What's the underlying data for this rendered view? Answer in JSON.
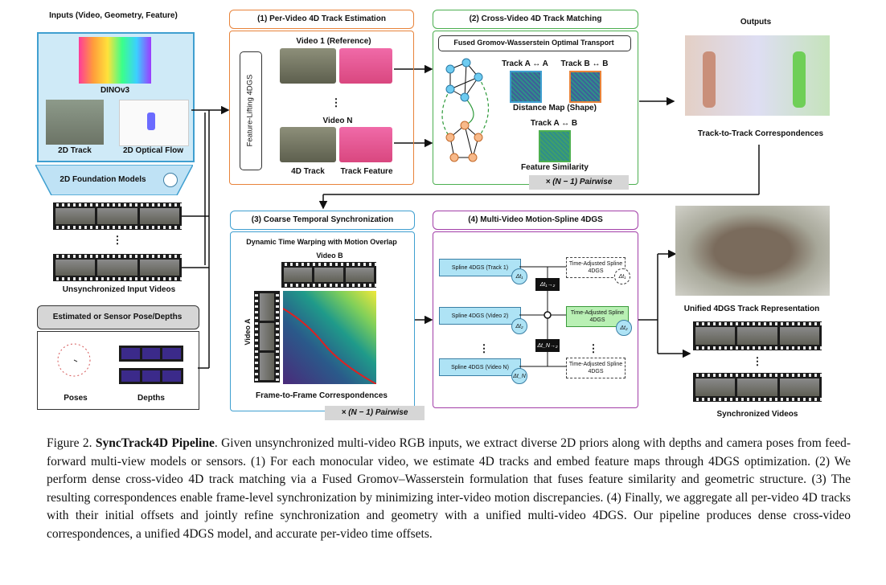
{
  "inputs": {
    "title": "Inputs (Video, Geometry, Feature)",
    "dino_label": "DINOv3",
    "track_label": "2D Track",
    "flow_label": "2D Optical Flow",
    "foundation_label": "2D Foundation Models",
    "unsync_label": "Unsynchronized Input Videos",
    "dots": "⋮",
    "pose_box_label": "Estimated or Sensor Pose/Depths",
    "poses_label": "Poses",
    "depths_label": "Depths"
  },
  "panel1": {
    "title": "(1) Per-Video 4D Track Estimation",
    "video1": "Video 1 (Reference)",
    "dots": "⋮",
    "videoN": "Video N",
    "lifting": "Feature-Lifting 4DGS",
    "track_label": "4D Track",
    "feature_label": "Track Feature"
  },
  "panel2": {
    "title": "(2) Cross-Video 4D Track Matching",
    "fgw": "Fused Gromov-Wasserstein Optimal Transport",
    "trackAA": "Track A ↔ A",
    "trackBB": "Track B ↔ B",
    "distance": "Distance Map (Shape)",
    "trackAB": "Track A ↔ B",
    "similarity": "Feature Similarity",
    "pairwise": "× (N − 1) Pairwise"
  },
  "outputs": {
    "title": "Outputs",
    "corr": "Track-to-Track Correspondences",
    "unified": "Unified 4DGS Track Representation",
    "dots": "⋮",
    "sync": "Synchronized Videos"
  },
  "panel3": {
    "title": "(3) Coarse Temporal Synchronization",
    "dtw": "Dynamic Time Warping with Motion Overlap",
    "videoB": "Video B",
    "videoA": "Video A",
    "f2f": "Frame-to-Frame Correspondences",
    "pairwise": "× (N − 1) Pairwise"
  },
  "panel4": {
    "title": "(4) Multi-Video Motion-Spline 4DGS",
    "spline1": "Spline 4DGS (Track 1)",
    "spline2": "Spline 4DGS (Video 2)",
    "splineN": "Spline 4DGS (Video N)",
    "adj1": "Time-Adjusted Spline 4DGS",
    "adj2": "Time-Adjusted Spline 4DGS",
    "adjN": "Time-Adjusted Spline 4DGS",
    "dt1": "Δt₁",
    "dt2": "Δt₂",
    "dtN": "Δt_N",
    "dt12": "Δt₁→₂",
    "dtN2": "Δt_N→₂",
    "dt1_out": "Δt₁",
    "dt2_out": "Δt₂",
    "dots": "⋮"
  },
  "caption": {
    "fig": "Figure 2.",
    "name": "SyncTrack4D Pipeline",
    "text": ". Given unsynchronized multi-video RGB inputs, we extract diverse 2D priors along with depths and camera poses from feed-forward multi-view models or sensors. (1) For each monocular video, we estimate 4D tracks and embed feature maps through 4DGS optimization. (2) We perform dense cross-video 4D track matching via a Fused Gromov–Wasserstein formulation that fuses feature similarity and geometric structure. (3) The resulting correspondences enable frame-level synchronization by minimizing inter-video motion discrepancies. (4) Finally, we aggregate all per-video 4D tracks with their initial offsets and jointly refine synchronization and geometry with a unified multi-video 4DGS. Our pipeline produces dense cross-video correspondences, a unified 4DGS model, and accurate per-video time offsets."
  },
  "colors": {
    "orange": "#e8833a",
    "green": "#4caf50",
    "blue": "#3f9fd0",
    "purple": "#a23ea8",
    "lightblue": "#cfeaf7"
  }
}
